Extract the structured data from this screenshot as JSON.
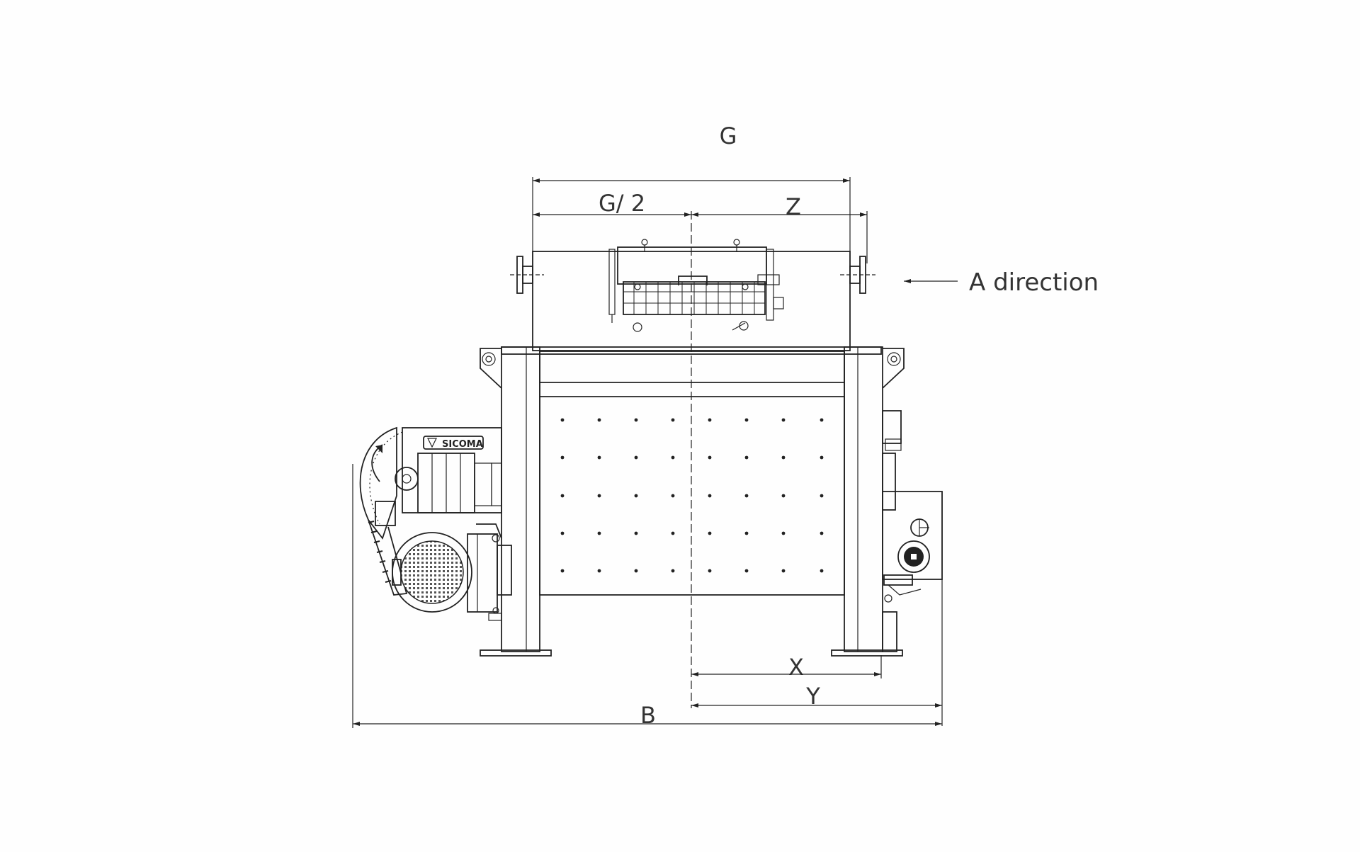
{
  "labels": {
    "g": "G",
    "g_half": "G/ 2",
    "z": "Z",
    "a_direction": "A direction",
    "x": "X",
    "y": "Y",
    "b": "B",
    "brand": "SICOMA"
  }
}
